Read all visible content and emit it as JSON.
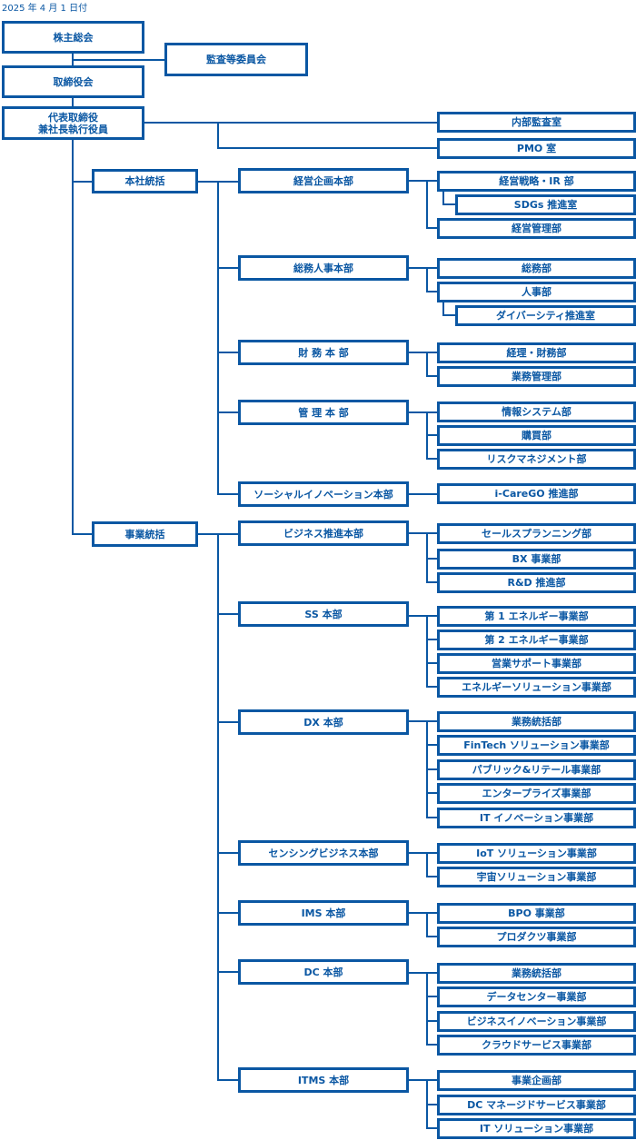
{
  "date": "2025 年 4 月 1 日付",
  "colors": {
    "line": "#0a57a3",
    "box_border": "#0a57a3",
    "text": "#0a57a3",
    "background": "#ffffff"
  },
  "top": {
    "shareholders": "株主総会",
    "audit_committee": "監査等委員会",
    "board": "取締役会",
    "ceo_line1": "代表取締役",
    "ceo_line2": "兼社長執行役員",
    "internal_audit": "内部監査室",
    "pmo": "PMO 室"
  },
  "groups": [
    {
      "label": "本社統括",
      "divisions": [
        {
          "label": "経営企画本部",
          "depts": [
            "経営戦略・IR 部",
            "SDGs 推進室",
            "経営管理部"
          ]
        },
        {
          "label": "総務人事本部",
          "depts": [
            "総務部",
            "人事部",
            "ダイバーシティ推進室"
          ]
        },
        {
          "label": "財 務 本 部",
          "depts": [
            "経理・財務部",
            "業務管理部"
          ]
        },
        {
          "label": "管 理 本 部",
          "depts": [
            "情報システム部",
            "購買部",
            "リスクマネジメント部"
          ]
        },
        {
          "label": "ソーシャルイノベーション本部",
          "depts": [
            "i-CareGO 推進部"
          ]
        }
      ]
    },
    {
      "label": "事業統括",
      "divisions": [
        {
          "label": "ビジネス推進本部",
          "depts": [
            "セールスプランニング部",
            "BX 事業部",
            "R&D 推進部"
          ]
        },
        {
          "label": "SS 本部",
          "depts": [
            "第 1 エネルギー事業部",
            "第 2 エネルギー事業部",
            "営業サポート事業部",
            "エネルギーソリューション事業部"
          ]
        },
        {
          "label": "DX 本部",
          "depts": [
            "業務統括部",
            "FinTech ソリューション事業部",
            "パブリック&リテール事業部",
            "エンタープライズ事業部",
            "IT イノベーション事業部"
          ]
        },
        {
          "label": "センシングビジネス本部",
          "depts": [
            "IoT ソリューション事業部",
            "宇宙ソリューション事業部"
          ]
        },
        {
          "label": "IMS 本部",
          "depts": [
            "BPO 事業部",
            "プロダクツ事業部"
          ]
        },
        {
          "label": "DC 本部",
          "depts": [
            "業務統括部",
            "データセンター事業部",
            "ビジネスイノベーション事業部",
            "クラウドサービス事業部"
          ]
        },
        {
          "label": "ITMS 本部",
          "depts": [
            "事業企画部",
            "DC マネージドサービス事業部",
            "IT ソリューション事業部"
          ]
        }
      ]
    }
  ]
}
